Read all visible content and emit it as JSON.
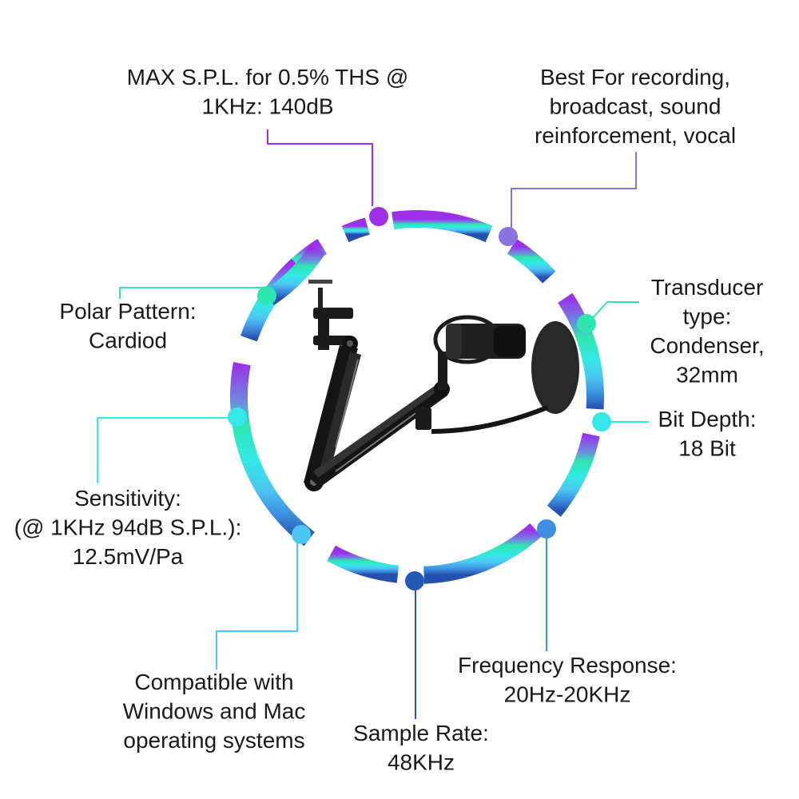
{
  "colors": {
    "purple": "#9b30e8",
    "lavender": "#8a72e0",
    "mint": "#2ee6b0",
    "cyan": "#33e8e6",
    "sky": "#4cc6f2",
    "blue": "#3d8fe0",
    "navy": "#2658b8",
    "text": "#1a1a1a"
  },
  "specs": {
    "max_spl": {
      "lines": [
        "MAX S.P.L. for 0.5% THS @",
        "1KHz: 140dB"
      ],
      "color": "purple"
    },
    "best_for": {
      "lines": [
        "Best For recording,",
        "broadcast, sound",
        "reinforcement, vocal"
      ],
      "color": "lavender"
    },
    "transducer": {
      "lines": [
        "Transducer",
        "type:",
        "Condenser,",
        "32mm"
      ],
      "color": "mint"
    },
    "bit_depth": {
      "lines": [
        "Bit Depth:",
        "18 Bit"
      ],
      "color": "cyan"
    },
    "frequency": {
      "lines": [
        "Frequency Response:",
        "20Hz-20KHz"
      ],
      "color": "blue"
    },
    "sample_rate": {
      "lines": [
        "Sample Rate:",
        "48KHz"
      ],
      "color": "navy"
    },
    "compatible": {
      "lines": [
        "Compatible with",
        "Windows and Mac",
        "operating systems"
      ],
      "color": "sky"
    },
    "sensitivity": {
      "lines": [
        "Sensitivity:",
        "(@ 1KHz 94dB S.P.L.):",
        "12.5mV/Pa"
      ],
      "color": "cyan"
    },
    "polar": {
      "lines": [
        "Polar Pattern:",
        "Cardiod"
      ],
      "color": "mint"
    }
  },
  "product_image": "microphone-with-boom-arm-and-pop-filter"
}
